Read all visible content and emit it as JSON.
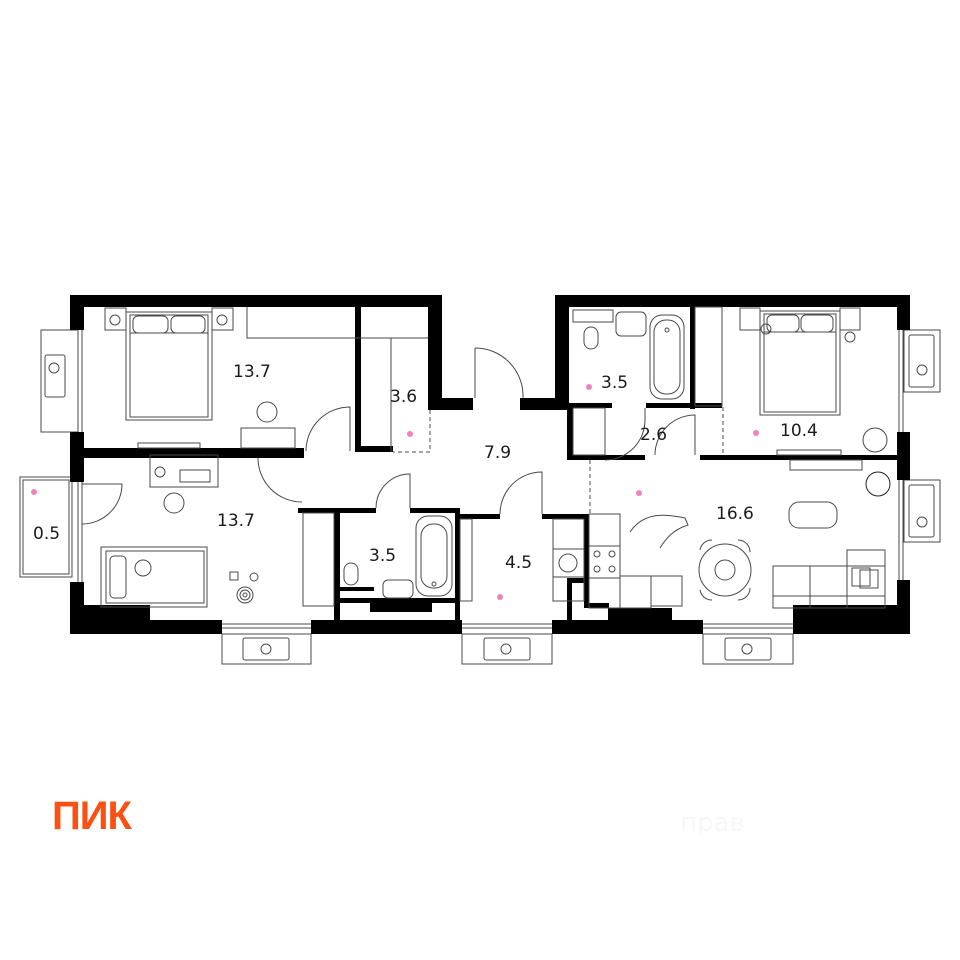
{
  "brand": {
    "logo_text": "ПИК",
    "logo_color": "#fa5014",
    "watermark_text": "прав"
  },
  "colors": {
    "wall": "#000000",
    "line": "#4a4a4a",
    "marker": "#f080c0",
    "text": "#1a1a1a"
  },
  "rooms": [
    {
      "id": "bedroom-1",
      "label": "13.7",
      "type": "bedroom"
    },
    {
      "id": "wardrobe",
      "label": "3.6",
      "type": "storage"
    },
    {
      "id": "hallway",
      "label": "7.9",
      "type": "hallway"
    },
    {
      "id": "bathroom-1",
      "label": "3.5",
      "type": "bathroom"
    },
    {
      "id": "corridor",
      "label": "2.6",
      "type": "corridor"
    },
    {
      "id": "bedroom-2",
      "label": "10.4",
      "type": "bedroom"
    },
    {
      "id": "balcony",
      "label": "0.5",
      "type": "balcony"
    },
    {
      "id": "kids-room",
      "label": "13.7",
      "type": "bedroom"
    },
    {
      "id": "bathroom-2",
      "label": "3.5",
      "type": "bathroom"
    },
    {
      "id": "laundry",
      "label": "4.5",
      "type": "utility"
    },
    {
      "id": "kitchen-living",
      "label": "16.6",
      "type": "kitchen-living"
    }
  ]
}
